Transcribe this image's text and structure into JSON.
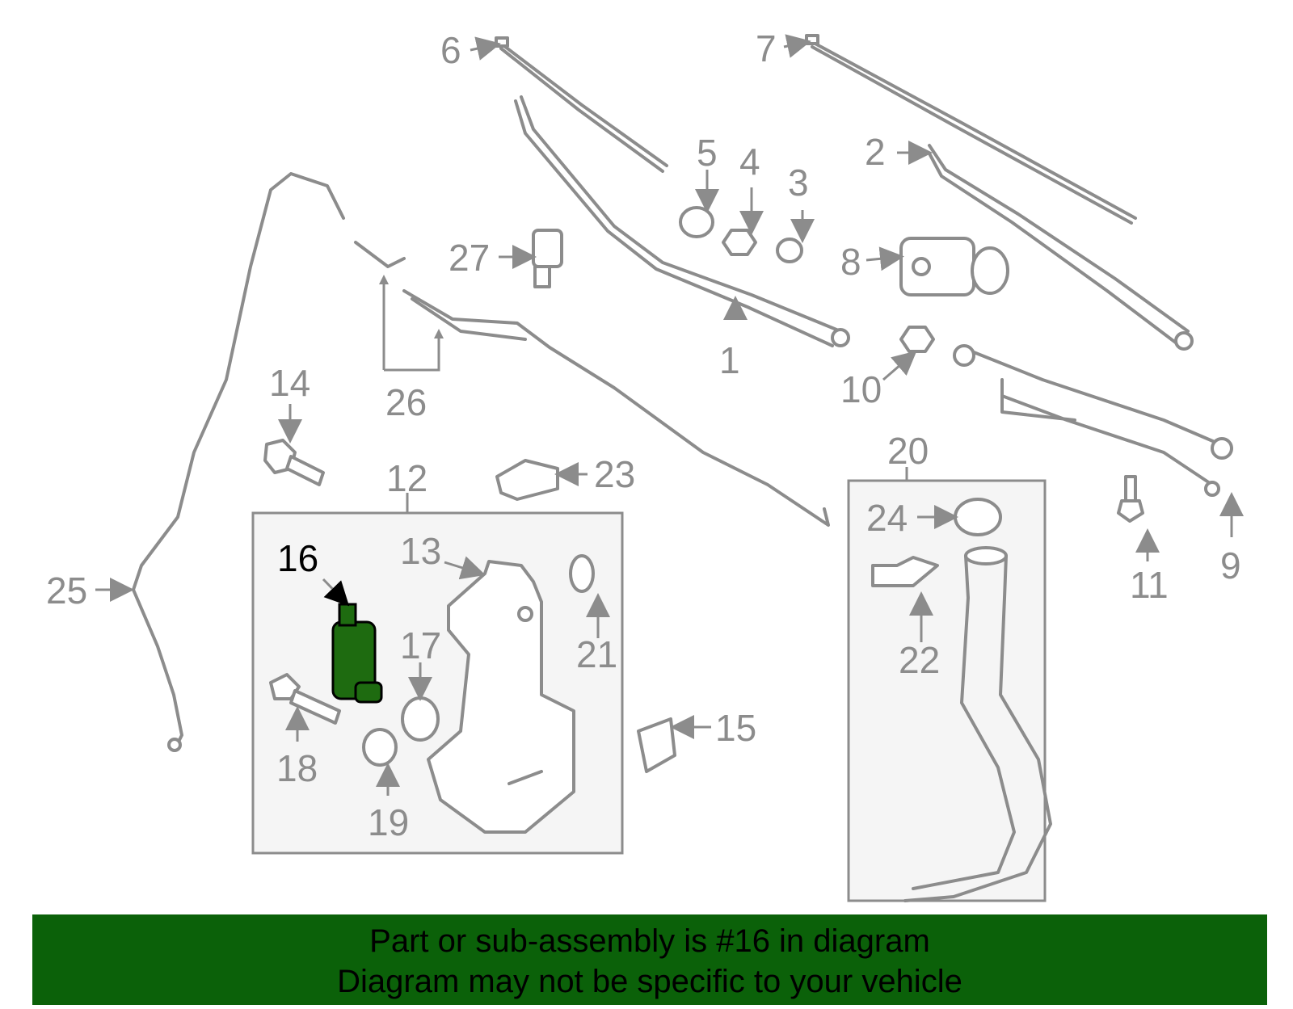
{
  "callouts": [
    "1",
    "2",
    "3",
    "4",
    "5",
    "6",
    "7",
    "8",
    "9",
    "10",
    "11",
    "12",
    "13",
    "14",
    "15",
    "16",
    "17",
    "18",
    "19",
    "20",
    "21",
    "22",
    "23",
    "24",
    "25",
    "26",
    "27"
  ],
  "highlighted_part": "16",
  "colors": {
    "banner": "#0b6109",
    "highlight_part": "#1e6b10",
    "line_art": "#8c8c8c",
    "box_fill": "#f5f5f5"
  },
  "banner": {
    "line1": "Part or sub-assembly is #16 in diagram",
    "line2": "Diagram may not be specific to your vehicle"
  }
}
